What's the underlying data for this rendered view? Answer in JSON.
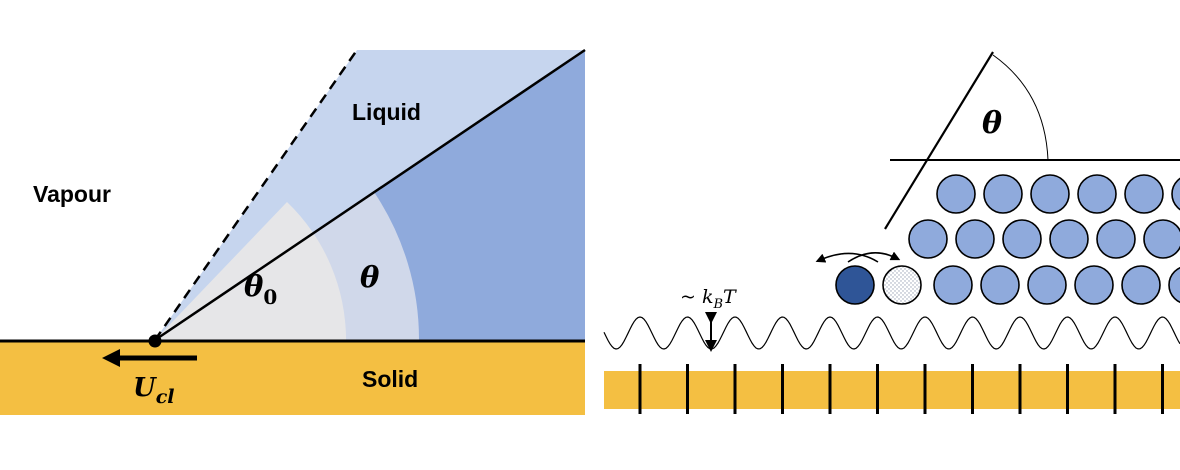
{
  "left_panel": {
    "vapour_label": "Vapour",
    "liquid_label": "Liquid",
    "solid_label": "Solid",
    "theta0_symbol": "θ",
    "theta0_subscript": "0",
    "theta_symbol": "θ",
    "velocity_symbol": "U",
    "velocity_subscript": "cl"
  },
  "right_panel": {
    "theta_symbol": "θ",
    "thermal_prefix": "~ k",
    "thermal_subscript": "B",
    "thermal_suffix": "T"
  },
  "colors": {
    "solid": "#F4BF42",
    "liquid_light": "#C6D5EE",
    "liquid_dark": "#8FAADC",
    "wedge_grey": "#E6E6E8",
    "wedge_blue_grey": "#D0D8EA",
    "molecule_fill": "#8FAADC",
    "molecule_dark": "#2F5597",
    "ink": "#000000"
  }
}
